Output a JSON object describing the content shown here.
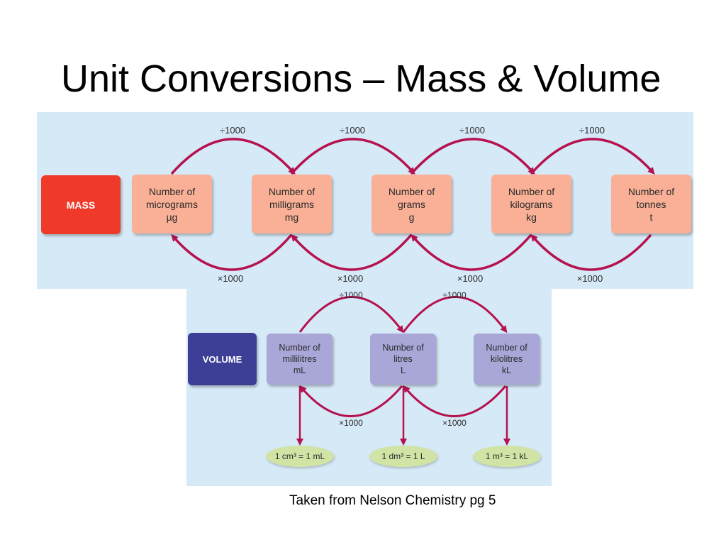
{
  "title": "Unit Conversions – Mass & Volume",
  "mass": {
    "label": "MASS",
    "units": [
      {
        "line1": "Number of",
        "line2": "micrograms",
        "symbol": "µg"
      },
      {
        "line1": "Number of",
        "line2": "milligrams",
        "symbol": "mg"
      },
      {
        "line1": "Number of",
        "line2": "grams",
        "symbol": "g"
      },
      {
        "line1": "Number of",
        "line2": "kilograms",
        "symbol": "kg"
      },
      {
        "line1": "Number of",
        "line2": "tonnes",
        "symbol": "t"
      }
    ],
    "divide_label": "÷1000",
    "multiply_label": "×1000"
  },
  "volume": {
    "label": "VOLUME",
    "units": [
      {
        "line1": "Number of",
        "line2": "millilitres",
        "symbol": "mL"
      },
      {
        "line1": "Number of",
        "line2": "litres",
        "symbol": "L"
      },
      {
        "line1": "Number of",
        "line2": "kilolitres",
        "symbol": "kL"
      }
    ],
    "divide_label": "÷1000",
    "multiply_label": "×1000",
    "equivalences": [
      "1 cm³ = 1 mL",
      "1 dm³ = 1 L",
      "1 m³ = 1 kL"
    ]
  },
  "credit": "Taken from Nelson Chemistry pg 5",
  "colors": {
    "panel": "#d6e9f7",
    "mass_label": "#ef3a2a",
    "mass_unit": "#f9b096",
    "volume_label": "#3d3f96",
    "volume_unit": "#a9a6d8",
    "equivalence": "#d1e3a5",
    "arrow": "#b5124f"
  }
}
